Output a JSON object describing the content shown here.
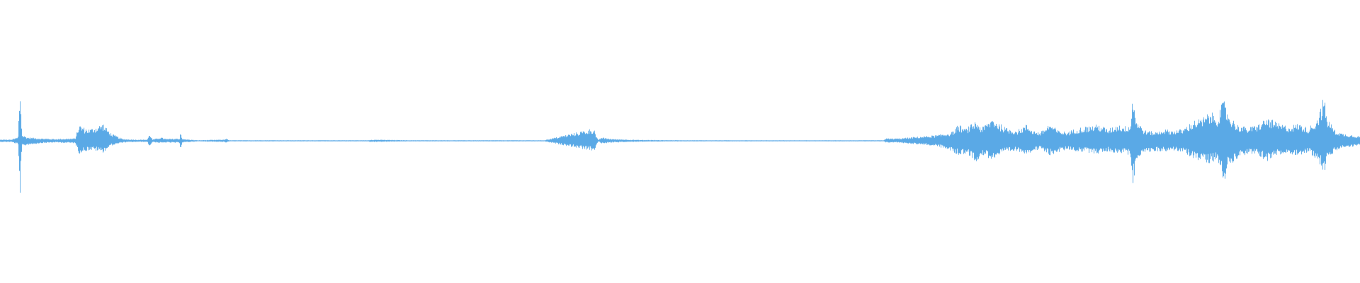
{
  "waveform": {
    "color": "#5aa9e6",
    "background": "#ffffff",
    "envelope_upper": [
      [
        0.0,
        0.02
      ],
      [
        0.008,
        0.02
      ],
      [
        0.013,
        0.06
      ],
      [
        0.0145,
        0.95
      ],
      [
        0.016,
        0.1
      ],
      [
        0.02,
        0.06
      ],
      [
        0.03,
        0.04
      ],
      [
        0.04,
        0.03
      ],
      [
        0.055,
        0.04
      ],
      [
        0.058,
        0.28
      ],
      [
        0.062,
        0.22
      ],
      [
        0.066,
        0.2
      ],
      [
        0.072,
        0.26
      ],
      [
        0.076,
        0.3
      ],
      [
        0.078,
        0.22
      ],
      [
        0.082,
        0.12
      ],
      [
        0.09,
        0.03
      ],
      [
        0.1,
        0.02
      ],
      [
        0.108,
        0.02
      ],
      [
        0.11,
        0.12
      ],
      [
        0.112,
        0.02
      ],
      [
        0.118,
        0.06
      ],
      [
        0.122,
        0.03
      ],
      [
        0.132,
        0.04
      ],
      [
        0.1325,
        0.17
      ],
      [
        0.134,
        0.03
      ],
      [
        0.145,
        0.01
      ],
      [
        0.165,
        0.02
      ],
      [
        0.166,
        0.05
      ],
      [
        0.168,
        0.01
      ],
      [
        0.2,
        0.01
      ],
      [
        0.27,
        0.01
      ],
      [
        0.273,
        0.02
      ],
      [
        0.3,
        0.01
      ],
      [
        0.4,
        0.01
      ],
      [
        0.44,
        0.008
      ],
      [
        0.437,
        0.22
      ],
      [
        0.438,
        0.1
      ],
      [
        0.442,
        0.06
      ],
      [
        0.45,
        0.03
      ],
      [
        0.47,
        0.015
      ],
      [
        0.5,
        0.01
      ],
      [
        0.6,
        0.008
      ],
      [
        0.65,
        0.01
      ],
      [
        0.651,
        0.04
      ],
      [
        0.66,
        0.04
      ],
      [
        0.67,
        0.06
      ],
      [
        0.68,
        0.08
      ],
      [
        0.69,
        0.1
      ],
      [
        0.7,
        0.15
      ],
      [
        0.705,
        0.28
      ],
      [
        0.71,
        0.2
      ],
      [
        0.718,
        0.35
      ],
      [
        0.722,
        0.22
      ],
      [
        0.73,
        0.4
      ],
      [
        0.735,
        0.3
      ],
      [
        0.74,
        0.22
      ],
      [
        0.748,
        0.18
      ],
      [
        0.755,
        0.28
      ],
      [
        0.76,
        0.18
      ],
      [
        0.765,
        0.14
      ],
      [
        0.772,
        0.3
      ],
      [
        0.778,
        0.18
      ],
      [
        0.785,
        0.15
      ],
      [
        0.792,
        0.22
      ],
      [
        0.8,
        0.25
      ],
      [
        0.808,
        0.28
      ],
      [
        0.815,
        0.2
      ],
      [
        0.822,
        0.28
      ],
      [
        0.828,
        0.25
      ],
      [
        0.832,
        0.3
      ],
      [
        0.8325,
        0.85
      ],
      [
        0.836,
        0.35
      ],
      [
        0.842,
        0.18
      ],
      [
        0.85,
        0.15
      ],
      [
        0.856,
        0.2
      ],
      [
        0.862,
        0.18
      ],
      [
        0.87,
        0.2
      ],
      [
        0.878,
        0.35
      ],
      [
        0.884,
        0.38
      ],
      [
        0.89,
        0.5
      ],
      [
        0.895,
        0.42
      ],
      [
        0.9,
        0.7
      ],
      [
        0.904,
        0.45
      ],
      [
        0.91,
        0.28
      ],
      [
        0.918,
        0.22
      ],
      [
        0.925,
        0.28
      ],
      [
        0.932,
        0.4
      ],
      [
        0.94,
        0.3
      ],
      [
        0.948,
        0.25
      ],
      [
        0.955,
        0.3
      ],
      [
        0.962,
        0.22
      ],
      [
        0.968,
        0.35
      ],
      [
        0.972,
        0.6
      ],
      [
        0.9735,
        0.8
      ],
      [
        0.976,
        0.4
      ],
      [
        0.982,
        0.18
      ],
      [
        0.988,
        0.12
      ],
      [
        0.995,
        0.1
      ],
      [
        1.0,
        0.08
      ]
    ],
    "envelope_lower": [
      [
        0.0,
        0.02
      ],
      [
        0.008,
        0.02
      ],
      [
        0.013,
        0.06
      ],
      [
        0.0145,
        0.95
      ],
      [
        0.016,
        0.1
      ],
      [
        0.02,
        0.07
      ],
      [
        0.03,
        0.04
      ],
      [
        0.04,
        0.03
      ],
      [
        0.055,
        0.04
      ],
      [
        0.058,
        0.22
      ],
      [
        0.062,
        0.18
      ],
      [
        0.066,
        0.16
      ],
      [
        0.072,
        0.18
      ],
      [
        0.076,
        0.2
      ],
      [
        0.078,
        0.15
      ],
      [
        0.082,
        0.08
      ],
      [
        0.09,
        0.03
      ],
      [
        0.1,
        0.02
      ],
      [
        0.108,
        0.02
      ],
      [
        0.11,
        0.1
      ],
      [
        0.112,
        0.02
      ],
      [
        0.118,
        0.04
      ],
      [
        0.122,
        0.03
      ],
      [
        0.132,
        0.04
      ],
      [
        0.1325,
        0.14
      ],
      [
        0.134,
        0.03
      ],
      [
        0.145,
        0.01
      ],
      [
        0.165,
        0.02
      ],
      [
        0.166,
        0.04
      ],
      [
        0.168,
        0.01
      ],
      [
        0.2,
        0.01
      ],
      [
        0.27,
        0.01
      ],
      [
        0.273,
        0.02
      ],
      [
        0.3,
        0.01
      ],
      [
        0.4,
        0.01
      ],
      [
        0.44,
        0.008
      ],
      [
        0.437,
        0.18
      ],
      [
        0.438,
        0.1
      ],
      [
        0.442,
        0.05
      ],
      [
        0.45,
        0.03
      ],
      [
        0.47,
        0.015
      ],
      [
        0.5,
        0.01
      ],
      [
        0.6,
        0.008
      ],
      [
        0.65,
        0.01
      ],
      [
        0.651,
        0.03
      ],
      [
        0.66,
        0.03
      ],
      [
        0.67,
        0.05
      ],
      [
        0.68,
        0.07
      ],
      [
        0.69,
        0.1
      ],
      [
        0.7,
        0.18
      ],
      [
        0.705,
        0.25
      ],
      [
        0.71,
        0.22
      ],
      [
        0.718,
        0.35
      ],
      [
        0.722,
        0.25
      ],
      [
        0.73,
        0.32
      ],
      [
        0.735,
        0.25
      ],
      [
        0.74,
        0.2
      ],
      [
        0.748,
        0.18
      ],
      [
        0.755,
        0.22
      ],
      [
        0.76,
        0.18
      ],
      [
        0.765,
        0.15
      ],
      [
        0.772,
        0.25
      ],
      [
        0.778,
        0.2
      ],
      [
        0.785,
        0.15
      ],
      [
        0.792,
        0.18
      ],
      [
        0.8,
        0.2
      ],
      [
        0.808,
        0.22
      ],
      [
        0.815,
        0.18
      ],
      [
        0.822,
        0.22
      ],
      [
        0.828,
        0.2
      ],
      [
        0.832,
        0.3
      ],
      [
        0.8325,
        0.9
      ],
      [
        0.836,
        0.3
      ],
      [
        0.842,
        0.2
      ],
      [
        0.85,
        0.18
      ],
      [
        0.856,
        0.18
      ],
      [
        0.862,
        0.16
      ],
      [
        0.87,
        0.2
      ],
      [
        0.878,
        0.3
      ],
      [
        0.884,
        0.35
      ],
      [
        0.89,
        0.38
      ],
      [
        0.895,
        0.32
      ],
      [
        0.9,
        0.72
      ],
      [
        0.904,
        0.42
      ],
      [
        0.91,
        0.3
      ],
      [
        0.918,
        0.22
      ],
      [
        0.925,
        0.25
      ],
      [
        0.932,
        0.35
      ],
      [
        0.94,
        0.25
      ],
      [
        0.948,
        0.22
      ],
      [
        0.955,
        0.25
      ],
      [
        0.962,
        0.2
      ],
      [
        0.968,
        0.3
      ],
      [
        0.972,
        0.45
      ],
      [
        0.9735,
        0.6
      ],
      [
        0.976,
        0.35
      ],
      [
        0.982,
        0.18
      ],
      [
        0.988,
        0.12
      ],
      [
        0.995,
        0.1
      ],
      [
        1.0,
        0.08
      ]
    ]
  }
}
